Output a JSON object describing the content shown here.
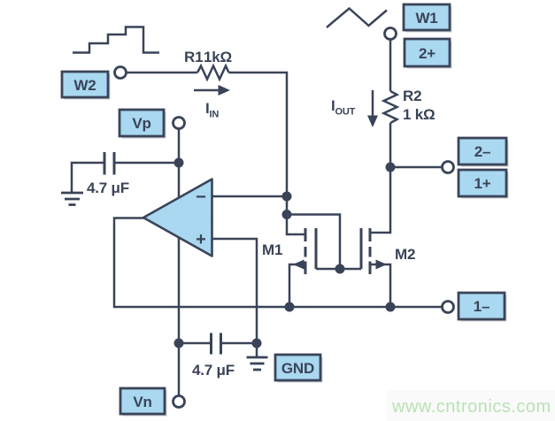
{
  "diagram": {
    "terminal_labels": {
      "w2": "W2",
      "vp": "Vp",
      "w1": "W1",
      "ch2_plus": "2+",
      "ch2_minus": "2–",
      "ch1_plus": "1+",
      "ch1_minus": "1–",
      "gnd": "GND",
      "vn": "Vn"
    },
    "components": {
      "r1_name": "R1",
      "r1_value": "1kΩ",
      "r2_name": "R2",
      "r2_value": "1 kΩ",
      "c1_value": "4.7 μF",
      "c2_value": "4.7 μF",
      "m1_name": "M1",
      "m2_name": "M2",
      "opamp_inverting_sign": "−",
      "opamp_noninverting_sign": "+",
      "i_in_symbol": "I",
      "i_in_subscript": "IN",
      "i_out_symbol": "I",
      "i_out_subscript": "OUT"
    },
    "icons": {
      "staircase_waveform": "staircase-waveform-icon",
      "triangle_waveform": "triangle-waveform-icon"
    }
  },
  "watermark": {
    "text": "www.cntronics.com"
  },
  "colors": {
    "wire": "#3a4458",
    "component_fill": "#a9d8f0",
    "watermark_green": "#b9e2b4",
    "background": "#ffffff"
  }
}
